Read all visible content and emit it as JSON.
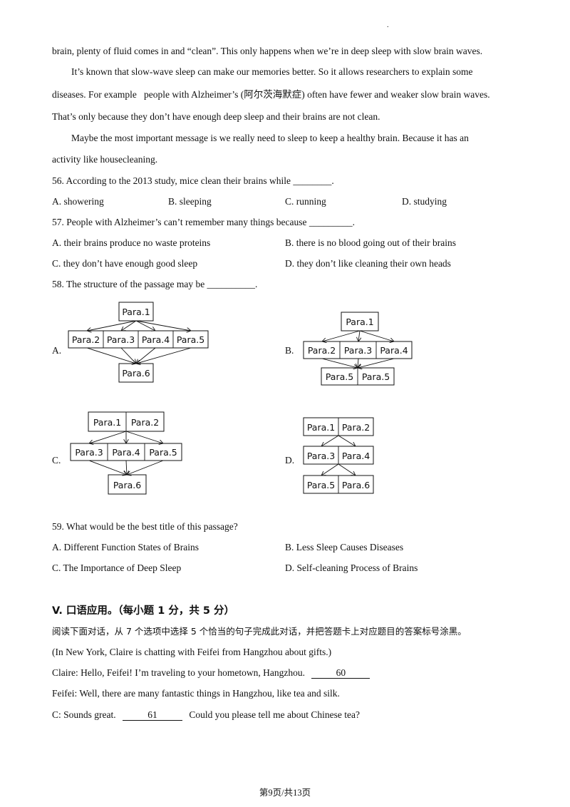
{
  "top_mark": ".",
  "passage": {
    "line1": "brain, plenty of fluid comes in and “clean”. This only happens when we’re in deep sleep with slow brain waves.",
    "line2": "It’s known that slow-wave sleep can make our memories better. So it allows researchers to explain some",
    "line3": "diseases. For example   people with Alzheimer’s (阿尔茨海默症) often have fewer and weaker slow brain waves.",
    "line4": "That’s only because they don’t have enough deep sleep and their brains are not clean.",
    "line5": "Maybe the most important message is we really need to sleep to keep a healthy brain. Because it has an",
    "line6": "activity like housecleaning."
  },
  "q56": {
    "stem": "56.  According to the 2013 study, mice clean their brains while ________.",
    "a": "A.  showering",
    "b": "B.  sleeping",
    "c": "C.  running",
    "d": "D.  studying"
  },
  "q57": {
    "stem": "57.  People with Alzheimer’s can’t remember many things because _________.",
    "a": "A.  their brains produce no waste proteins",
    "b": "B.  there is no blood going out of their brains",
    "c": "C.  they don’t have enough good sleep",
    "d": "D.  they don’t like cleaning their own heads"
  },
  "q58": {
    "stem": "58.  The structure of the passage may be __________.",
    "a_label": "A.",
    "b_label": "B.",
    "c_label": "C.",
    "d_label": "D.",
    "diagram_a": {
      "top": "Para.1",
      "mid": [
        "Para.2",
        "Para.3",
        "Para.4",
        "Para.5"
      ],
      "bottom": "Para.6"
    },
    "diagram_b": {
      "top": "Para.1",
      "mid": [
        "Para.2",
        "Para.3",
        "Para.4"
      ],
      "bottom": [
        "Para.5",
        "Para.5"
      ]
    },
    "diagram_c": {
      "top": [
        "Para.1",
        "Para.2"
      ],
      "mid": [
        "Para.3",
        "Para.4",
        "Para.5"
      ],
      "bottom": "Para.6"
    },
    "diagram_d": {
      "top": [
        "Para.1",
        "Para.2"
      ],
      "mid": [
        "Para.3",
        "Para.4"
      ],
      "bottom": [
        "Para.5",
        "Para.6"
      ]
    }
  },
  "q59": {
    "stem": "59.  What would be the best title of this passage?",
    "a": "A.  Different Function States of Brains",
    "b": "B.  Less Sleep Causes Diseases",
    "c": "C.  The Importance of Deep Sleep",
    "d": "D.  Self-cleaning Process of Brains"
  },
  "section5": {
    "title": "V.  口语应用。（每小题 1 分，共 5 分）",
    "instruction": "阅读下面对话，从 7 个选项中选择 5 个恰当的句子完成此对话，并把答题卡上对应题目的答案标号涂黑。",
    "context": "(In New York, Claire is chatting with Feifei from Hangzhou about gifts.)",
    "claire_text": "Claire: Hello, Feifei! I’m traveling to your hometown, Hangzhou.",
    "blank60": "60",
    "feifei_text": "Feifei: Well, there are many fantastic things in Hangzhou, like tea and silk.",
    "c_text_before": "C: Sounds great.",
    "blank61": "61",
    "c_text_after": "Could you please tell me about Chinese tea?"
  },
  "footer": "第9页/共13页"
}
